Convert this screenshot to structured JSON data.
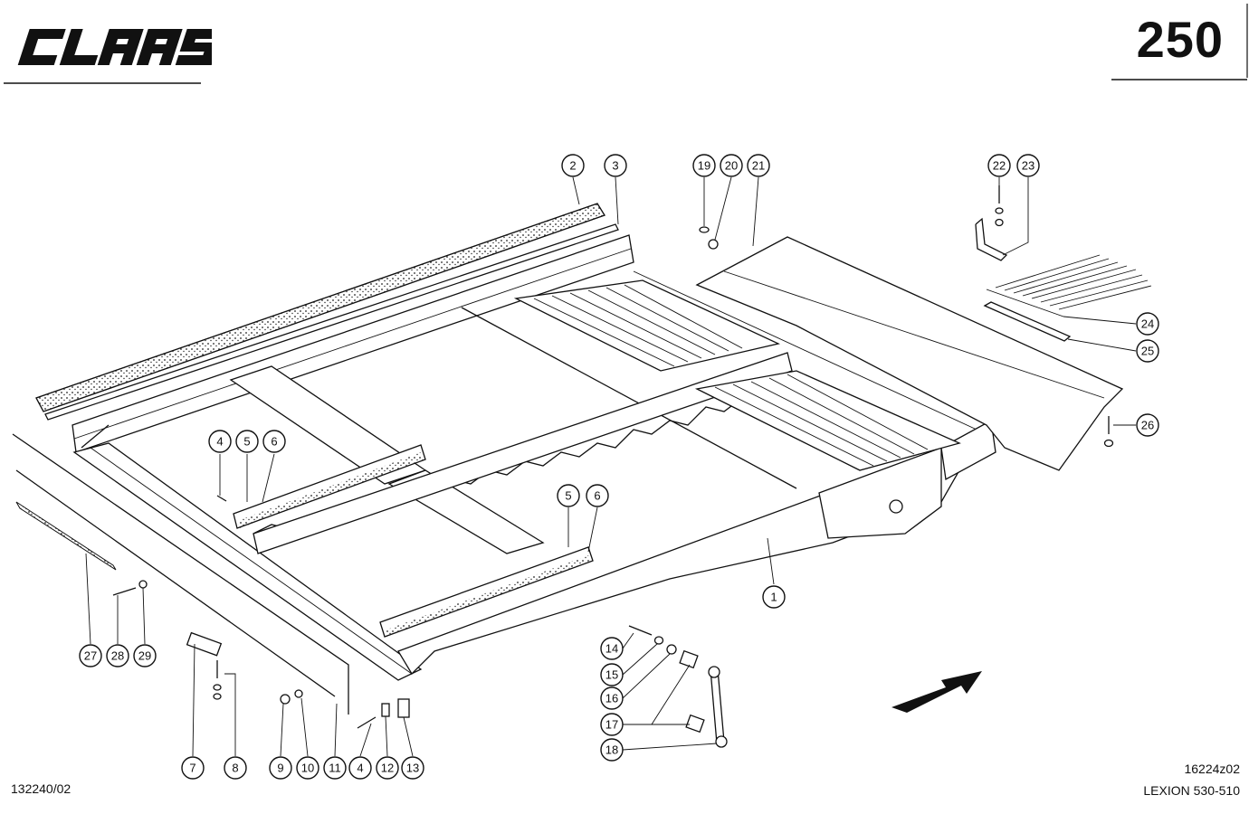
{
  "header": {
    "brand": "CLAAS",
    "page_number": "250"
  },
  "footer": {
    "doc_code": "132240/02",
    "figure_code": "16224z02",
    "model": "LEXION 530-510"
  },
  "callouts": [
    {
      "label": "1"
    },
    {
      "label": "2"
    },
    {
      "label": "3"
    },
    {
      "label": "4"
    },
    {
      "label": "5"
    },
    {
      "label": "6"
    },
    {
      "label": "4"
    },
    {
      "label": "5"
    },
    {
      "label": "6"
    },
    {
      "label": "7"
    },
    {
      "label": "8"
    },
    {
      "label": "9"
    },
    {
      "label": "10"
    },
    {
      "label": "11"
    },
    {
      "label": "12"
    },
    {
      "label": "13"
    },
    {
      "label": "14"
    },
    {
      "label": "15"
    },
    {
      "label": "16"
    },
    {
      "label": "17"
    },
    {
      "label": "18"
    },
    {
      "label": "19"
    },
    {
      "label": "20"
    },
    {
      "label": "21"
    },
    {
      "label": "22"
    },
    {
      "label": "23"
    },
    {
      "label": "24"
    },
    {
      "label": "25"
    },
    {
      "label": "26"
    },
    {
      "label": "27"
    },
    {
      "label": "28"
    },
    {
      "label": "29"
    }
  ],
  "icons": {
    "direction": "direction-arrow-icon"
  }
}
